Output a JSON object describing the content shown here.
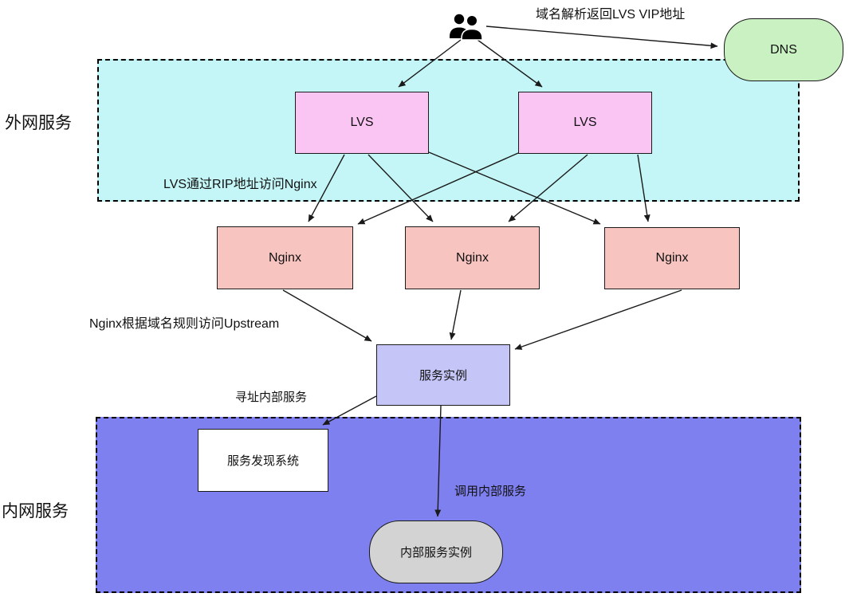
{
  "diagram": {
    "zones": {
      "external": {
        "label": "外网服务"
      },
      "internal": {
        "label": "内网服务"
      }
    },
    "nodes": {
      "users": {
        "icon": "users-icon"
      },
      "dns": {
        "label": "DNS"
      },
      "lvs1": {
        "label": "LVS"
      },
      "lvs2": {
        "label": "LVS"
      },
      "nginx1": {
        "label": "Nginx"
      },
      "nginx2": {
        "label": "Nginx"
      },
      "nginx3": {
        "label": "Nginx"
      },
      "service_instance": {
        "label": "服务实例"
      },
      "service_discovery": {
        "label": "服务发现系统"
      },
      "internal_service_instance": {
        "label": "内部服务实例"
      }
    },
    "edge_labels": {
      "dns_resolve": "域名解析返回LVS VIP地址",
      "lvs_rip": "LVS通过RIP地址访问Nginx",
      "nginx_upstream": "Nginx根据域名规则访问Upstream",
      "addr_internal": "寻址内部服务",
      "call_internal": "调用内部服务"
    },
    "colors": {
      "zone_external_bg": "#C4F6F7",
      "zone_internal_bg": "#7F80F0",
      "lvs_bg": "#FAC4F3",
      "nginx_bg": "#F8C4C0",
      "service_instance_bg": "#C5C6F7",
      "dns_bg": "#C9F1C1",
      "internal_instance_bg": "#D3D3D3",
      "service_discovery_bg": "#FFFFFF",
      "line": "#1A1A1A"
    }
  }
}
